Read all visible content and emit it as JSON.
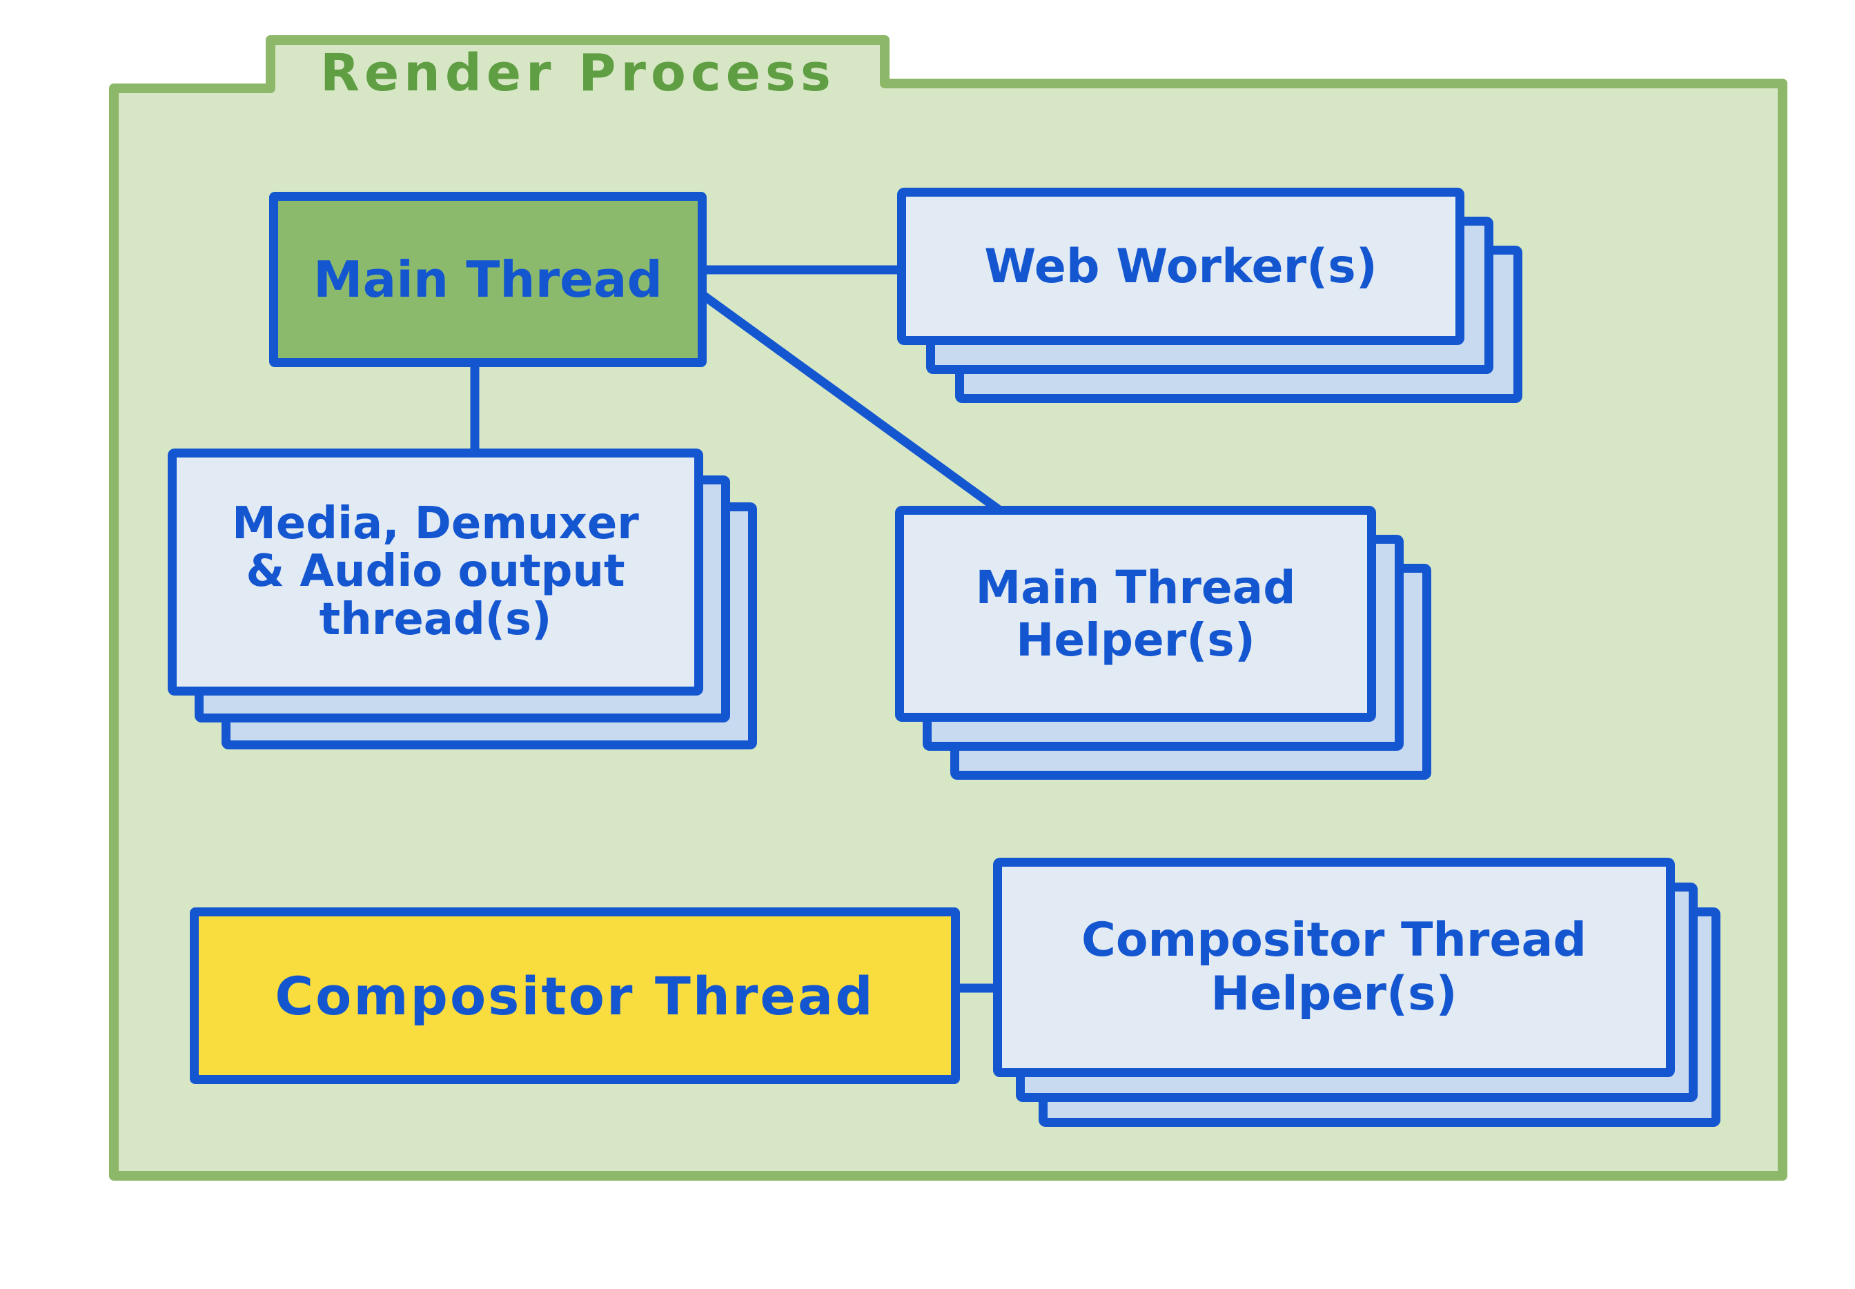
{
  "diagram": {
    "title": "Render Process",
    "type": "hand-drawn process/thread architecture diagram"
  },
  "nodes": {
    "main_thread": {
      "label": "Main Thread",
      "stacked": false
    },
    "web_workers": {
      "label": "Web Worker(s)",
      "stacked": true
    },
    "media_threads": {
      "label": "Media, Demuxer\n& Audio output\nthread(s)",
      "stacked": true
    },
    "main_thread_helpers": {
      "label": "Main Thread\nHelper(s)",
      "stacked": true
    },
    "compositor_thread": {
      "label": "Compositor Thread",
      "stacked": false
    },
    "compositor_thread_helpers": {
      "label": "Compositor Thread\nHelper(s)",
      "stacked": true
    }
  },
  "edges": [
    {
      "from": "Main Thread",
      "to": "Web Worker(s)"
    },
    {
      "from": "Main Thread",
      "to": "Media, Demuxer & Audio output thread(s)"
    },
    {
      "from": "Main Thread",
      "to": "Main Thread Helper(s)"
    },
    {
      "from": "Compositor Thread",
      "to": "Compositor Thread Helper(s)"
    }
  ],
  "colors": {
    "folder_fill": "#d7e7c6",
    "folder_border": "#8db86a",
    "title_green": "#5f9e42",
    "line_blue": "#1356d0",
    "main_thread_fill": "#8cba6c",
    "card_front_fill": "#e2eaf4",
    "card_back_fill": "#c8daf0",
    "compositor_fill": "#f9dc3d",
    "page_background": "#ffffff"
  }
}
